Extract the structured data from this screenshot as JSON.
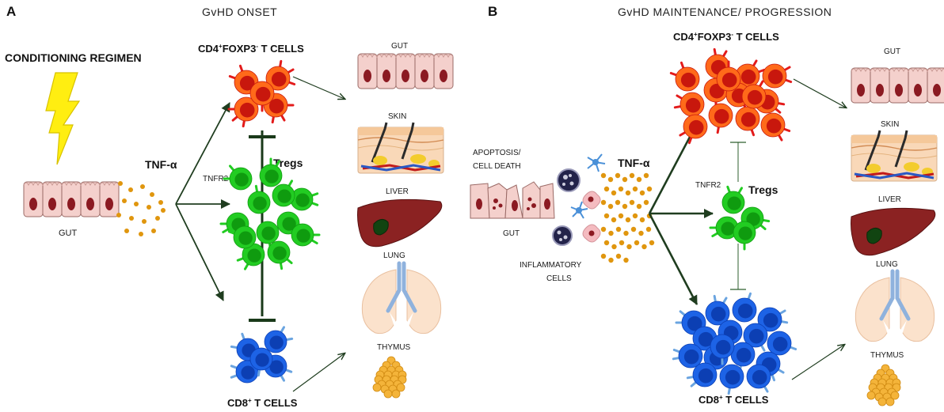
{
  "panel_a": {
    "letter": "A",
    "title": "GvHD ONSET",
    "conditioning": "CONDITIONING REGIMEN",
    "gut": "GUT",
    "tnf": "TNF-α",
    "tnfr2": "TNFR2",
    "tregs": "Tregs",
    "cd4_main": "CD4",
    "cd4_sup": "+",
    "cd4_foxp3": "FOXP3",
    "cd4_sup2": "-",
    "cd4_tail": " T CELLS",
    "cd8_main": "CD8",
    "cd8_sup": "+",
    "cd8_tail": " T CELLS",
    "organs": {
      "gut": "GUT",
      "skin": "SKIN",
      "liver": "LIVER",
      "lung": "LUNG",
      "thymus": "THYMUS"
    }
  },
  "panel_b": {
    "letter": "B",
    "title": "GvHD MAINTENANCE/ PROGRESSION",
    "apoptosis_line1": "APOPTOSIS/",
    "apoptosis_line2": "CELL DEATH",
    "gut": "GUT",
    "inflammatory_line1": "INFLAMMATORY",
    "inflammatory_line2": "CELLS",
    "tnf": "TNF-α",
    "tnfr2": "TNFR2",
    "tregs": "Tregs",
    "cd4_main": "CD4",
    "cd4_sup": "+",
    "cd4_foxp3": "FOXP3",
    "cd4_sup2": "-",
    "cd4_tail": " T CELLS",
    "cd8_main": "CD8",
    "cd8_sup": "+",
    "cd8_tail": " T CELLS",
    "organs": {
      "gut": "GUT",
      "skin": "SKIN",
      "liver": "LIVER",
      "lung": "LUNG",
      "thymus": "THYMUS"
    }
  },
  "colors": {
    "cd4_fill": "#ff6a1a",
    "cd4_core": "#c8170d",
    "cd4_spike": "#e31b1b",
    "treg_fill": "#22cc22",
    "treg_core": "#0f9b0f",
    "cd8_fill": "#1d63e6",
    "cd8_core": "#0c3fb3",
    "cd8_spike": "#6aa4e0",
    "arrow": "#1f3d1f",
    "tnf_dot": "#e0960e",
    "gut_cell": "#f4d0cc",
    "gut_nucleus": "#8b1a22",
    "liver": "#8b2222",
    "lung": "#fbe2cc",
    "thymus": "#f4b43a",
    "bolt": "#ffee11"
  }
}
